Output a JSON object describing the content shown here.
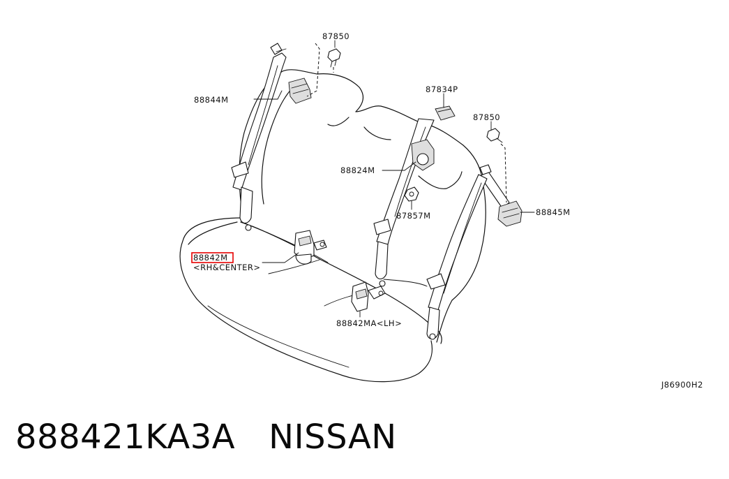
{
  "diagram": {
    "labels": {
      "p87850_top": "87850",
      "p88844M": "88844M",
      "p87834P": "87834P",
      "p87850_right": "87850",
      "p88824M": "88824M",
      "p87857M": "87857M",
      "p88845M": "88845M",
      "p88842M": "88842M",
      "p88842M_note": "<RH&CENTER>",
      "p88842MA": "88842MA<LH>",
      "drawing_code": "J86900H2"
    },
    "colors": {
      "line": "#111111",
      "highlight": "#e60000",
      "part_fill": "#dedede"
    }
  },
  "caption": {
    "part_number": "888421KA3A",
    "brand": "NISSAN"
  }
}
